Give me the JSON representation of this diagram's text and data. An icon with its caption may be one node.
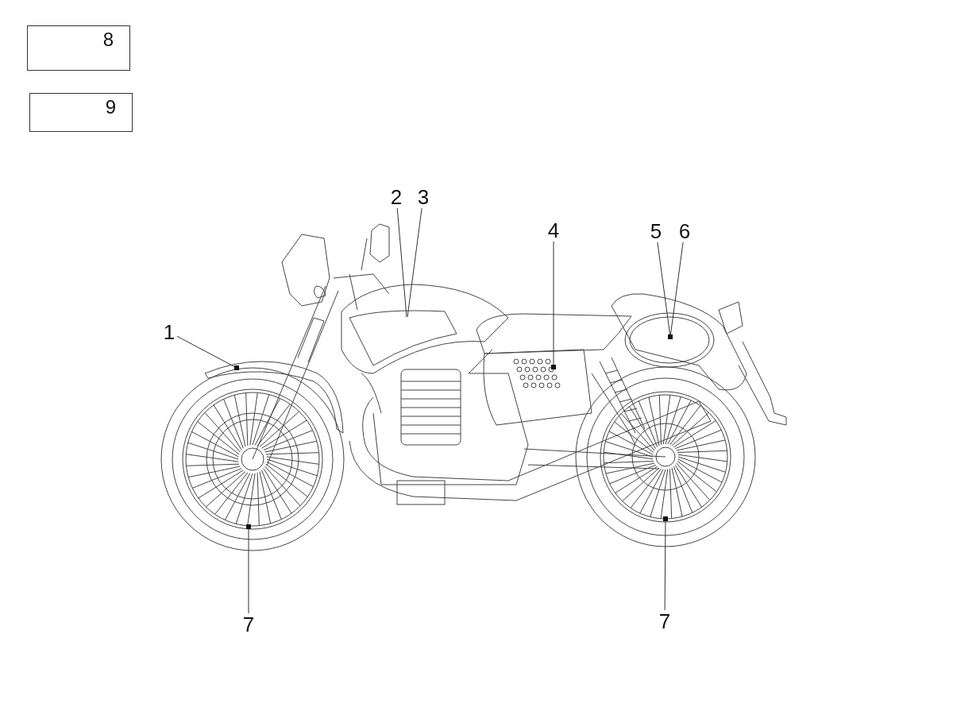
{
  "diagram": {
    "nodes": [
      {
        "text": [
          "8"
        ]
      },
      {
        "text": [
          "9"
        ]
      },
      {
        "text": [
          "1"
        ]
      },
      {
        "text": [
          "2"
        ]
      },
      {
        "text": [
          "3"
        ]
      },
      {
        "text": [
          "4"
        ]
      },
      {
        "text": [
          "5"
        ]
      },
      {
        "text": [
          "6"
        ]
      },
      {
        "text": [
          "7"
        ]
      },
      {
        "text": [
          "7"
        ]
      },
      {
        "text": [],
        "shape": "box"
      },
      {
        "text": [],
        "shape": "box"
      },
      {
        "text": [],
        "shape": "box"
      },
      {
        "text": [],
        "shape": "box"
      },
      {
        "text": [],
        "shape": "box"
      }
    ],
    "edges": [
      {
        "from": 2,
        "to": 10,
        "arrow": "none"
      },
      {
        "from": 3,
        "to": null,
        "arrow": "none"
      },
      {
        "from": 4,
        "to": null,
        "arrow": "none"
      },
      {
        "from": 5,
        "to": 11,
        "arrow": "none"
      },
      {
        "from": 6,
        "to": 12,
        "arrow": "none"
      },
      {
        "from": 7,
        "to": 12,
        "arrow": "none"
      },
      {
        "from": 8,
        "to": 13,
        "arrow": "none"
      },
      {
        "from": 9,
        "to": 14,
        "arrow": "none"
      }
    ]
  }
}
